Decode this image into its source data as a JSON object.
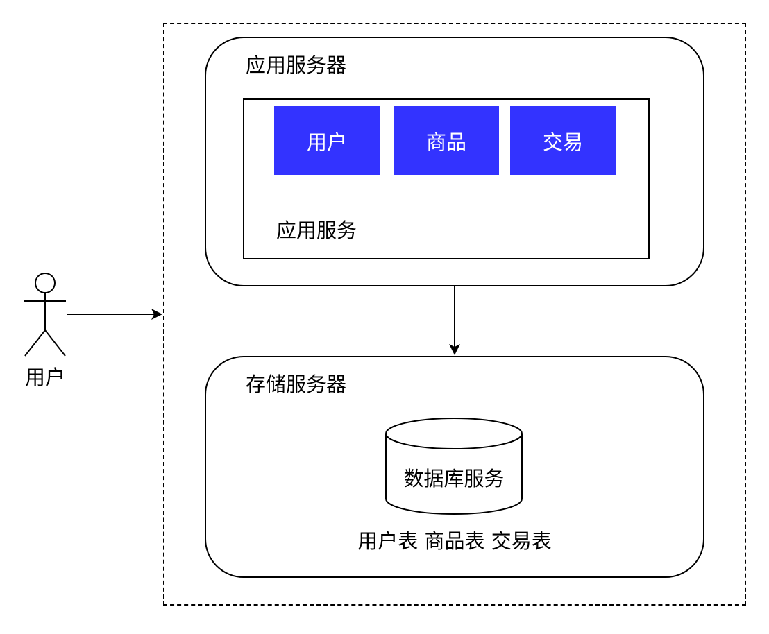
{
  "diagram": {
    "app_server": {
      "title": "应用服务器",
      "service_label": "应用服务",
      "modules": [
        {
          "label": "用户"
        },
        {
          "label": "商品"
        },
        {
          "label": "交易"
        }
      ]
    },
    "storage_server": {
      "title": "存储服务器",
      "database_label": "数据库服务",
      "tables_label": "用户表 商品表 交易表"
    },
    "actor": {
      "label": "用户"
    }
  },
  "colors": {
    "module_fill": "#3333ff",
    "module_text": "#ffffff",
    "stroke": "#000000"
  }
}
